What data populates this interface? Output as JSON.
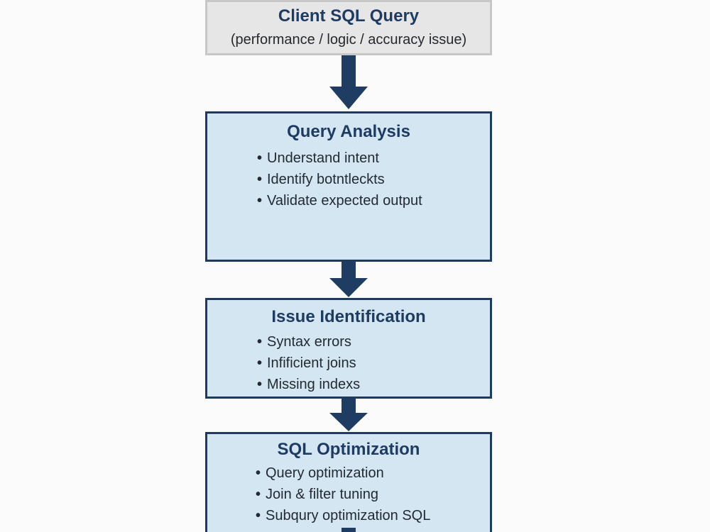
{
  "colors": {
    "box_fill": "#d5e6f3",
    "box_border": "#1f3a5f",
    "client_fill": "#e6e6e6",
    "client_border": "#c7c7c7",
    "arrow": "#1f3d63",
    "title_text": "#1e3c63"
  },
  "client": {
    "title": "Client SQL Query",
    "subtitle": "(performance / logic / accuracy issue)"
  },
  "analysis": {
    "title": "Query Analysis",
    "items": [
      "Understand intent",
      "Identify botntleckts",
      "Validate expected output"
    ]
  },
  "issue": {
    "title": "Issue Identification",
    "items": [
      "Syntax errors",
      "Infificient joins",
      "Missing indexs"
    ]
  },
  "optimization": {
    "title": "SQL Optimization",
    "items": [
      "Query optimization",
      "Join & filter tuning",
      "Subqury optimization SQL"
    ]
  },
  "bullet_glyph": "•"
}
